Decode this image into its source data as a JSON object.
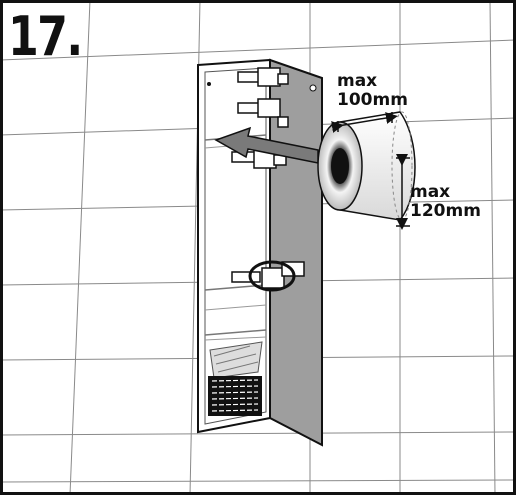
{
  "step": {
    "number": "17."
  },
  "roll_width": {
    "prefix": "max",
    "value": "100mm"
  },
  "roll_height": {
    "prefix": "max",
    "value": "120mm"
  },
  "colors": {
    "frame": "#111111",
    "tile_grout": "#8a8a8a",
    "door": "#9e9e9e",
    "arrow": "#7a7a7a",
    "tile": "#ffffff"
  }
}
